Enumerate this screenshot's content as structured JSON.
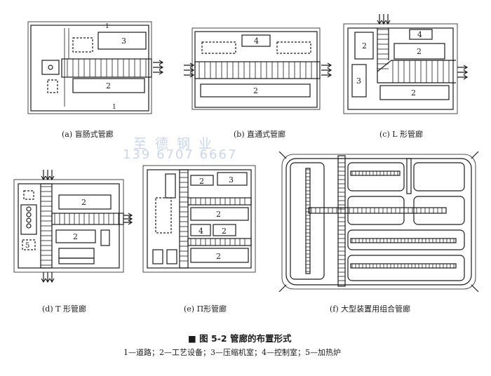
{
  "watermark": {
    "line1": "至德钢业",
    "line2": "139 6707 6667"
  },
  "captions": {
    "a": "(a) 盲肠式管廊",
    "b": "(b) 直通式管廊",
    "c": "(c) L 形管廊",
    "d": "(d) T 形管廊",
    "e": "(e) Π形管廊",
    "f": "(f) 大型装置用组合管廊"
  },
  "figure_title": "■ 图 5-2  管廊的布置形式",
  "legend": "1—道路；2—工艺设备；3—压缩机室；4—控制室；5—加热炉",
  "labels": {
    "road": "1",
    "equipment": "2",
    "compressor": "3",
    "control": "4",
    "furnace": "5"
  }
}
